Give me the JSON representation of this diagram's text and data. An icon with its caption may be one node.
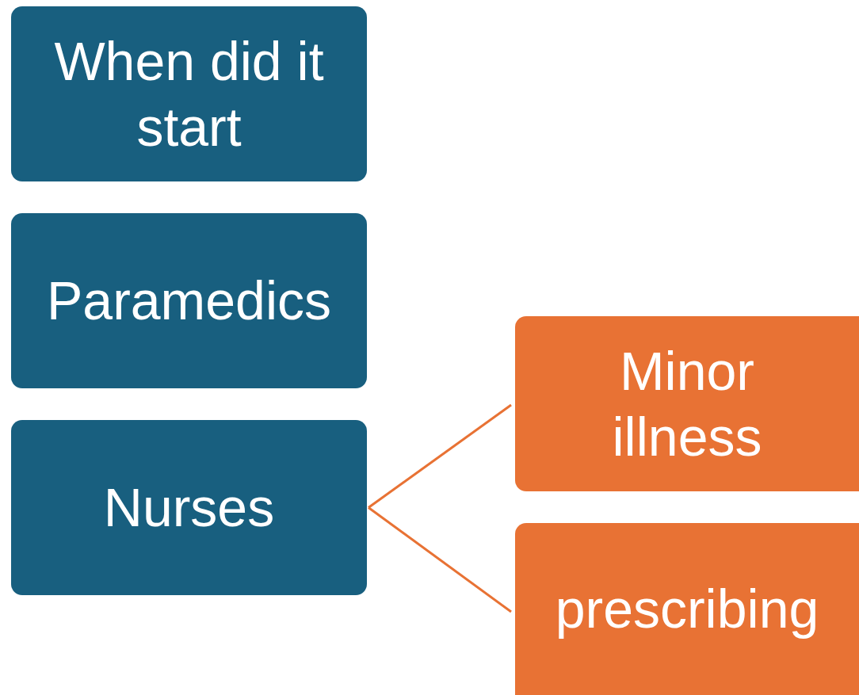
{
  "diagram": {
    "nodes": [
      {
        "text": [
          "When did it start"
        ]
      },
      {
        "text": [
          "Paramedics"
        ]
      },
      {
        "text": [
          "Nurses"
        ]
      },
      {
        "text": [
          "Minor illness"
        ]
      },
      {
        "text": [
          "prescribing"
        ]
      }
    ],
    "edges": [
      {
        "from": 2,
        "to": 3,
        "arrow": "none"
      },
      {
        "from": 2,
        "to": 4,
        "arrow": "none"
      }
    ]
  }
}
